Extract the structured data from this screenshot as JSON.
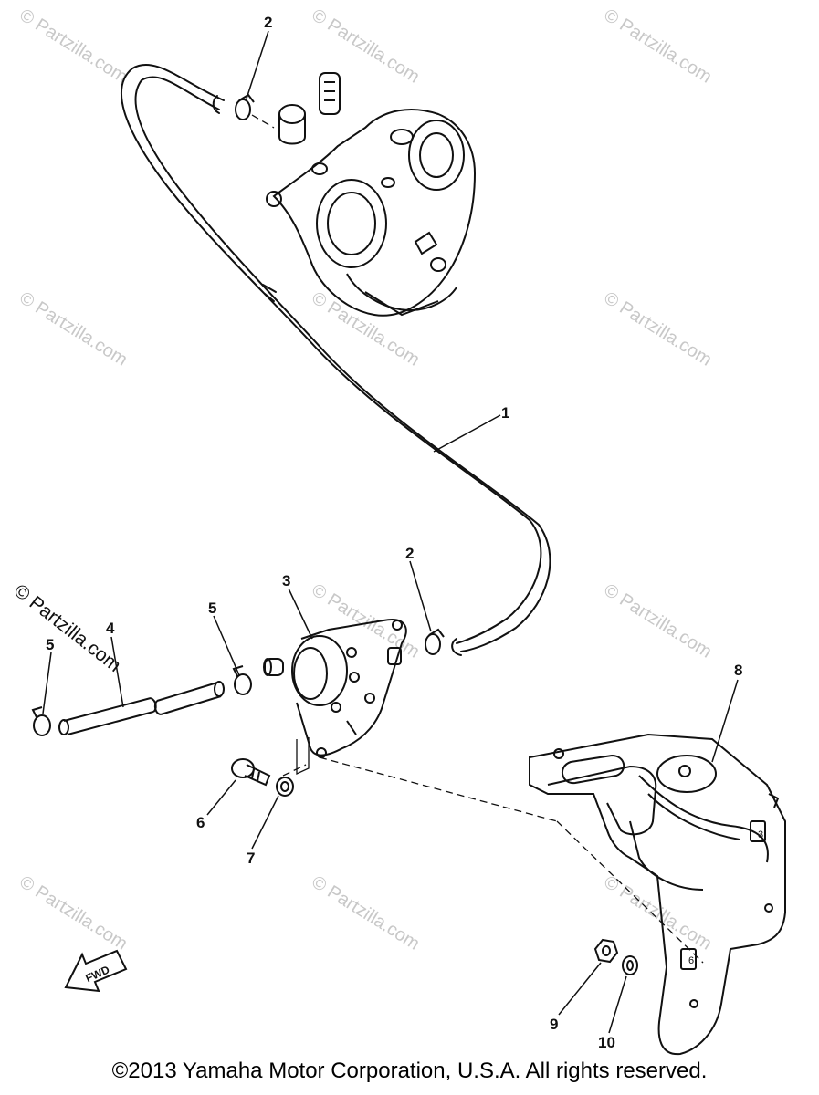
{
  "watermark": {
    "text": "© Partzilla.com"
  },
  "side_watermark": {
    "text": "© Partzilla.com"
  },
  "callouts": {
    "c1": "1",
    "c2_top": "2",
    "c2_mid": "2",
    "c3": "3",
    "c4": "4",
    "c5_left": "5",
    "c5_mid": "5",
    "c6": "6",
    "c7": "7",
    "c8": "8",
    "c9": "9",
    "c10": "10"
  },
  "fwd_arrow": {
    "label": "FWD"
  },
  "bracket_tabs": {
    "upper": "3",
    "lower": "6"
  },
  "copyright": "©2013 Yamaha Motor Corporation, U.S.A. All rights reserved."
}
